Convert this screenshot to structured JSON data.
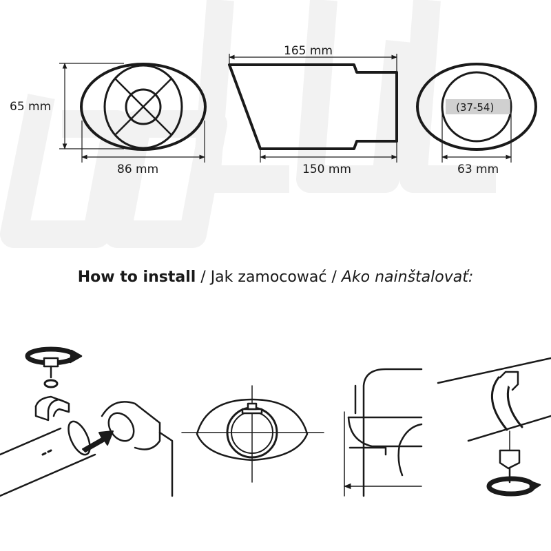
{
  "dimensions": {
    "oval_height": "65 mm",
    "oval_width": "86 mm",
    "total_length": "165 mm",
    "body_length": "150 mm",
    "inlet_diameter": "63 mm",
    "inlet_range": "(37-54)"
  },
  "heading": {
    "en": "How to install",
    "sep1": " / ",
    "pl": "Jak zamocować",
    "sep2": " / ",
    "sk": "Ako nainštalovať:"
  },
  "colors": {
    "ink": "#1a1a1a",
    "watermark": "#f3f3f3",
    "range_band": "#c8c8c8"
  },
  "icons": [
    "rotate-arrow-icon",
    "bolt-icon",
    "washer-icon",
    "clamp-icon",
    "insert-arrow-icon"
  ]
}
